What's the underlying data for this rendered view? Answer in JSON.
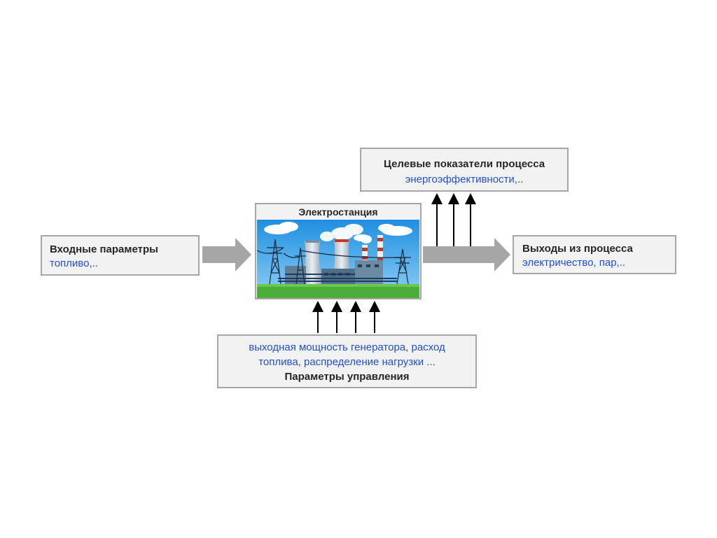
{
  "input": {
    "title": "Входные параметры",
    "value": "топливо,.."
  },
  "output": {
    "title": "Выходы из процесса",
    "value": "электричество, пар,.."
  },
  "target": {
    "title": "Целевые показатели процесса",
    "value": "энергоэффективности,.."
  },
  "control": {
    "value_line1": "выходная мощность генератора, расход",
    "value_line2": "топлива, распределение нагрузки ...",
    "title": "Параметры управления"
  },
  "plant": {
    "title": "Электростанция",
    "image": "power-plant-illustration"
  },
  "colors": {
    "box_fill": "#f2f2f2",
    "box_border": "#a6a6a6",
    "value_text": "#1f4fd6",
    "title_text": "#262626",
    "flow_arrow": "#a6a6a6",
    "signal_arrow": "#000000"
  }
}
